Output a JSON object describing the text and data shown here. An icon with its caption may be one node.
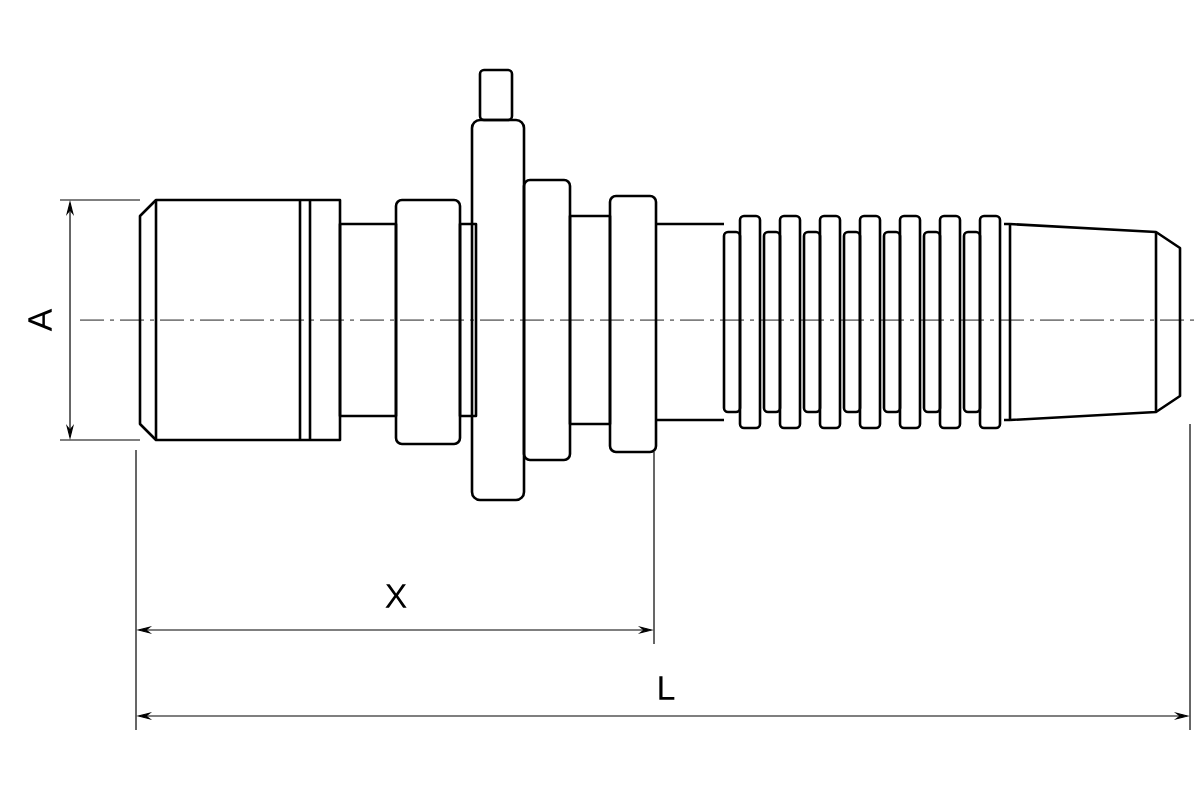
{
  "diagram": {
    "labels": [
      "A",
      "X",
      "L"
    ]
  }
}
